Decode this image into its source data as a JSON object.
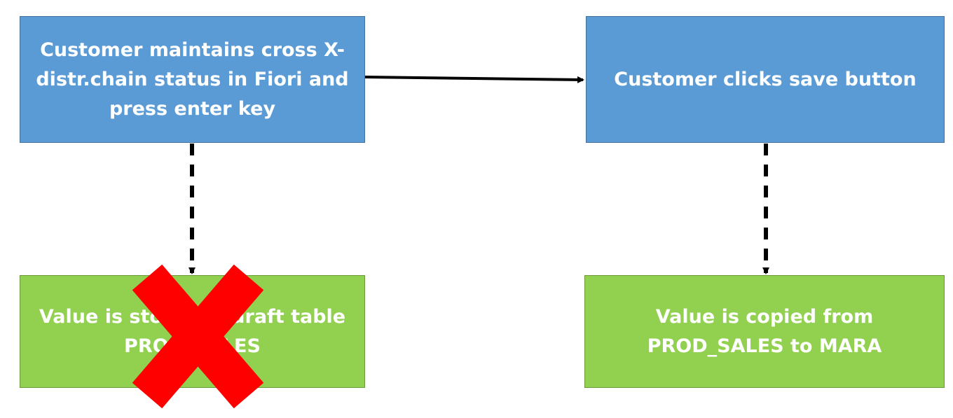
{
  "nodes": {
    "maintain": {
      "text": "Customer maintains cross X-distr.chain status in Fiori and press enter key"
    },
    "save": {
      "text": "Customer clicks save button"
    },
    "draft": {
      "text": "Value is stored in draft table PROD_SALES"
    },
    "copied": {
      "text": "Value is copied from PROD_SALES to MARA"
    }
  },
  "edges": [
    {
      "from": "maintain",
      "to": "save",
      "style": "solid"
    },
    {
      "from": "maintain",
      "to": "draft",
      "style": "dashed",
      "crossed_out": true
    },
    {
      "from": "save",
      "to": "copied",
      "style": "dashed"
    }
  ],
  "colors": {
    "blue_fill": "#5b9bd5",
    "green_fill": "#92d050",
    "cross": "#ff0000",
    "arrow": "#000000"
  }
}
